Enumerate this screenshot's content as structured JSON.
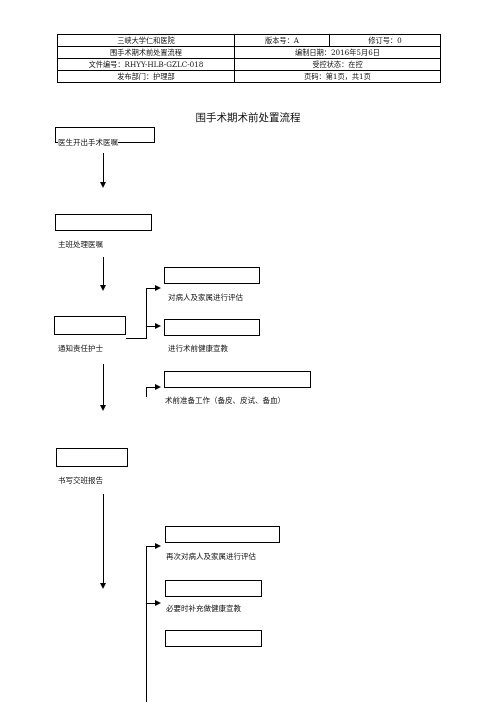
{
  "header": {
    "row1": [
      "三峡大学仁和医院",
      "版本号：A",
      "修订号：0"
    ],
    "row2": [
      "围手术期术前处置流程",
      "编制日期：2016年5月6日"
    ],
    "row3": [
      "文件编号：RHYY-HLB-GZLC-018",
      "受控状态：在控"
    ],
    "row4": [
      "发布部门：护理部",
      "页码：第1页，共1页"
    ]
  },
  "title": "围手术期术前处置流程",
  "steps": {
    "doctor_order": "医生开出手术医嘱",
    "nurse_process": "主班处理医嘱",
    "notify_nurse": "通知责任护士",
    "assess_patient": "对病人及家属进行评估",
    "health_education": "进行术前健康宣教",
    "preop_prep": "术前准备工作（备皮、皮试、备血）",
    "handover_report": "书写交班报告",
    "reassess": "再次对病人及家属进行评估",
    "supplement_education": "必要时补充做健康宣教"
  }
}
